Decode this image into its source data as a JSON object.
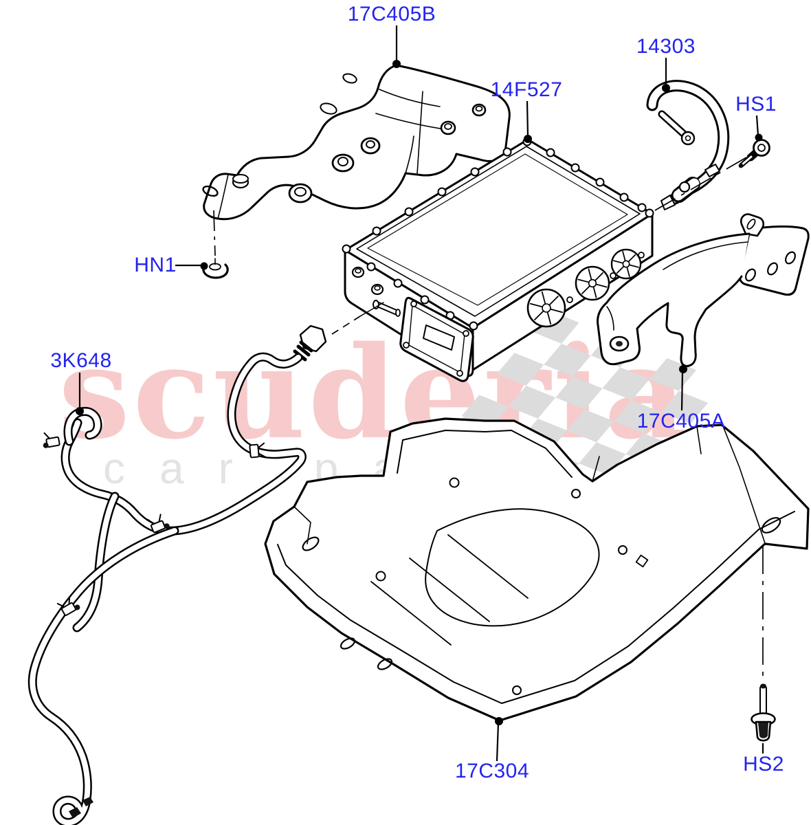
{
  "watermark": {
    "brand": "scuderia",
    "tagline": "car parts",
    "brand_color": "#f7cbcb",
    "tagline_color": "#e3e3e3",
    "checker_color": "#dcdcdc"
  },
  "diagram": {
    "type": "exploded-parts-diagram",
    "label_color": "#2323ef",
    "line_color": "#000000",
    "labels": [
      {
        "id": "17C405B",
        "text": "17C405B",
        "part": "heat-shield-upper"
      },
      {
        "id": "14F527",
        "text": "14F527",
        "part": "inverter-module"
      },
      {
        "id": "14303",
        "text": "14303",
        "part": "battery-cable"
      },
      {
        "id": "HS1",
        "text": "HS1",
        "part": "screw-1"
      },
      {
        "id": "HN1",
        "text": "HN1",
        "part": "nut-1"
      },
      {
        "id": "3K648",
        "text": "3K648",
        "part": "coolant-hose"
      },
      {
        "id": "17C405A",
        "text": "17C405A",
        "part": "mounting-bracket"
      },
      {
        "id": "17C304",
        "text": "17C304",
        "part": "support-tray"
      },
      {
        "id": "HS2",
        "text": "HS2",
        "part": "screw-2"
      }
    ]
  }
}
